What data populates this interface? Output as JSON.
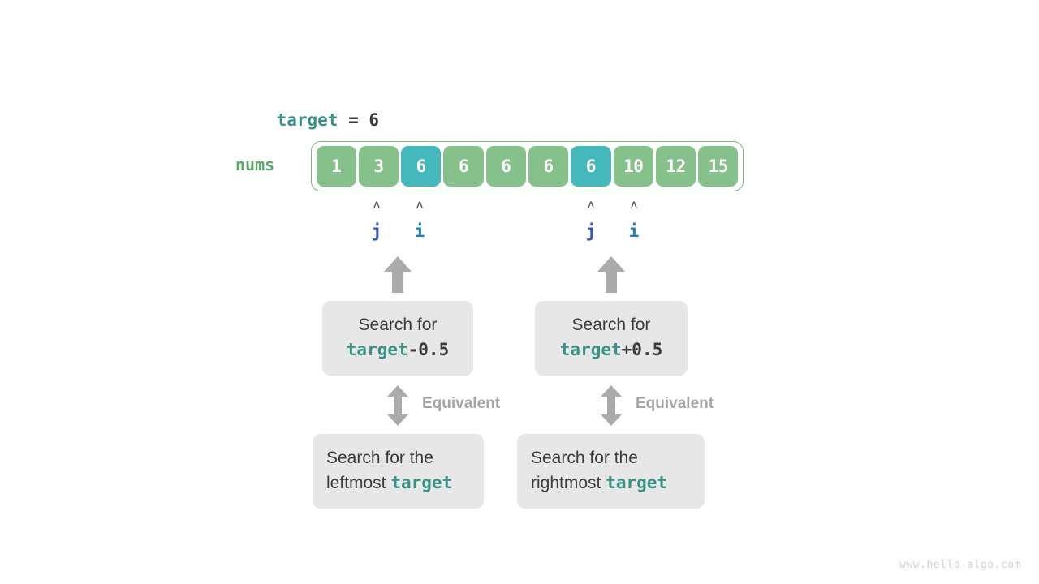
{
  "diagram": {
    "title_line": {
      "var_name": "target",
      "equals": " = ",
      "value": "6"
    },
    "array": {
      "label": "nums",
      "values": [
        "1",
        "3",
        "6",
        "6",
        "6",
        "6",
        "6",
        "10",
        "12",
        "15"
      ],
      "highlighted_indices": [
        2,
        6
      ],
      "cell_color": "#86c08a",
      "highlight_color": "#45b8bb",
      "border_color": "#7cb97f"
    },
    "pointers": [
      {
        "caret": "ʌ",
        "name": "j",
        "kind": "j",
        "cell_index": 1
      },
      {
        "caret": "ʌ",
        "name": "i",
        "kind": "i",
        "cell_index": 2
      },
      {
        "caret": "ʌ",
        "name": "j",
        "kind": "j",
        "cell_index": 6
      },
      {
        "caret": "ʌ",
        "name": "i",
        "kind": "i",
        "cell_index": 7
      }
    ],
    "upper_boxes": [
      {
        "line1": "Search for",
        "line2_var": "target",
        "line2_op": "-0.5"
      },
      {
        "line1": "Search for",
        "line2_var": "target",
        "line2_op": "+0.5"
      }
    ],
    "equivalent_labels": [
      "Equivalent",
      "Equivalent"
    ],
    "lower_boxes": [
      {
        "line1": "Search for the",
        "line2_prefix": "leftmost ",
        "line2_var": "target"
      },
      {
        "line1": "Search for the",
        "line2_prefix": "rightmost ",
        "line2_var": "target"
      }
    ],
    "watermark": "www.hello-algo.com",
    "colors": {
      "target_teal": "#3a9287",
      "text_dark": "#3b3b3b",
      "nums_green": "#5aa868",
      "pointer_j": "#3454c4",
      "pointer_i": "#1c7fc2",
      "arrow_gray": "#ababab",
      "box_gray": "#e7e7e7"
    }
  }
}
